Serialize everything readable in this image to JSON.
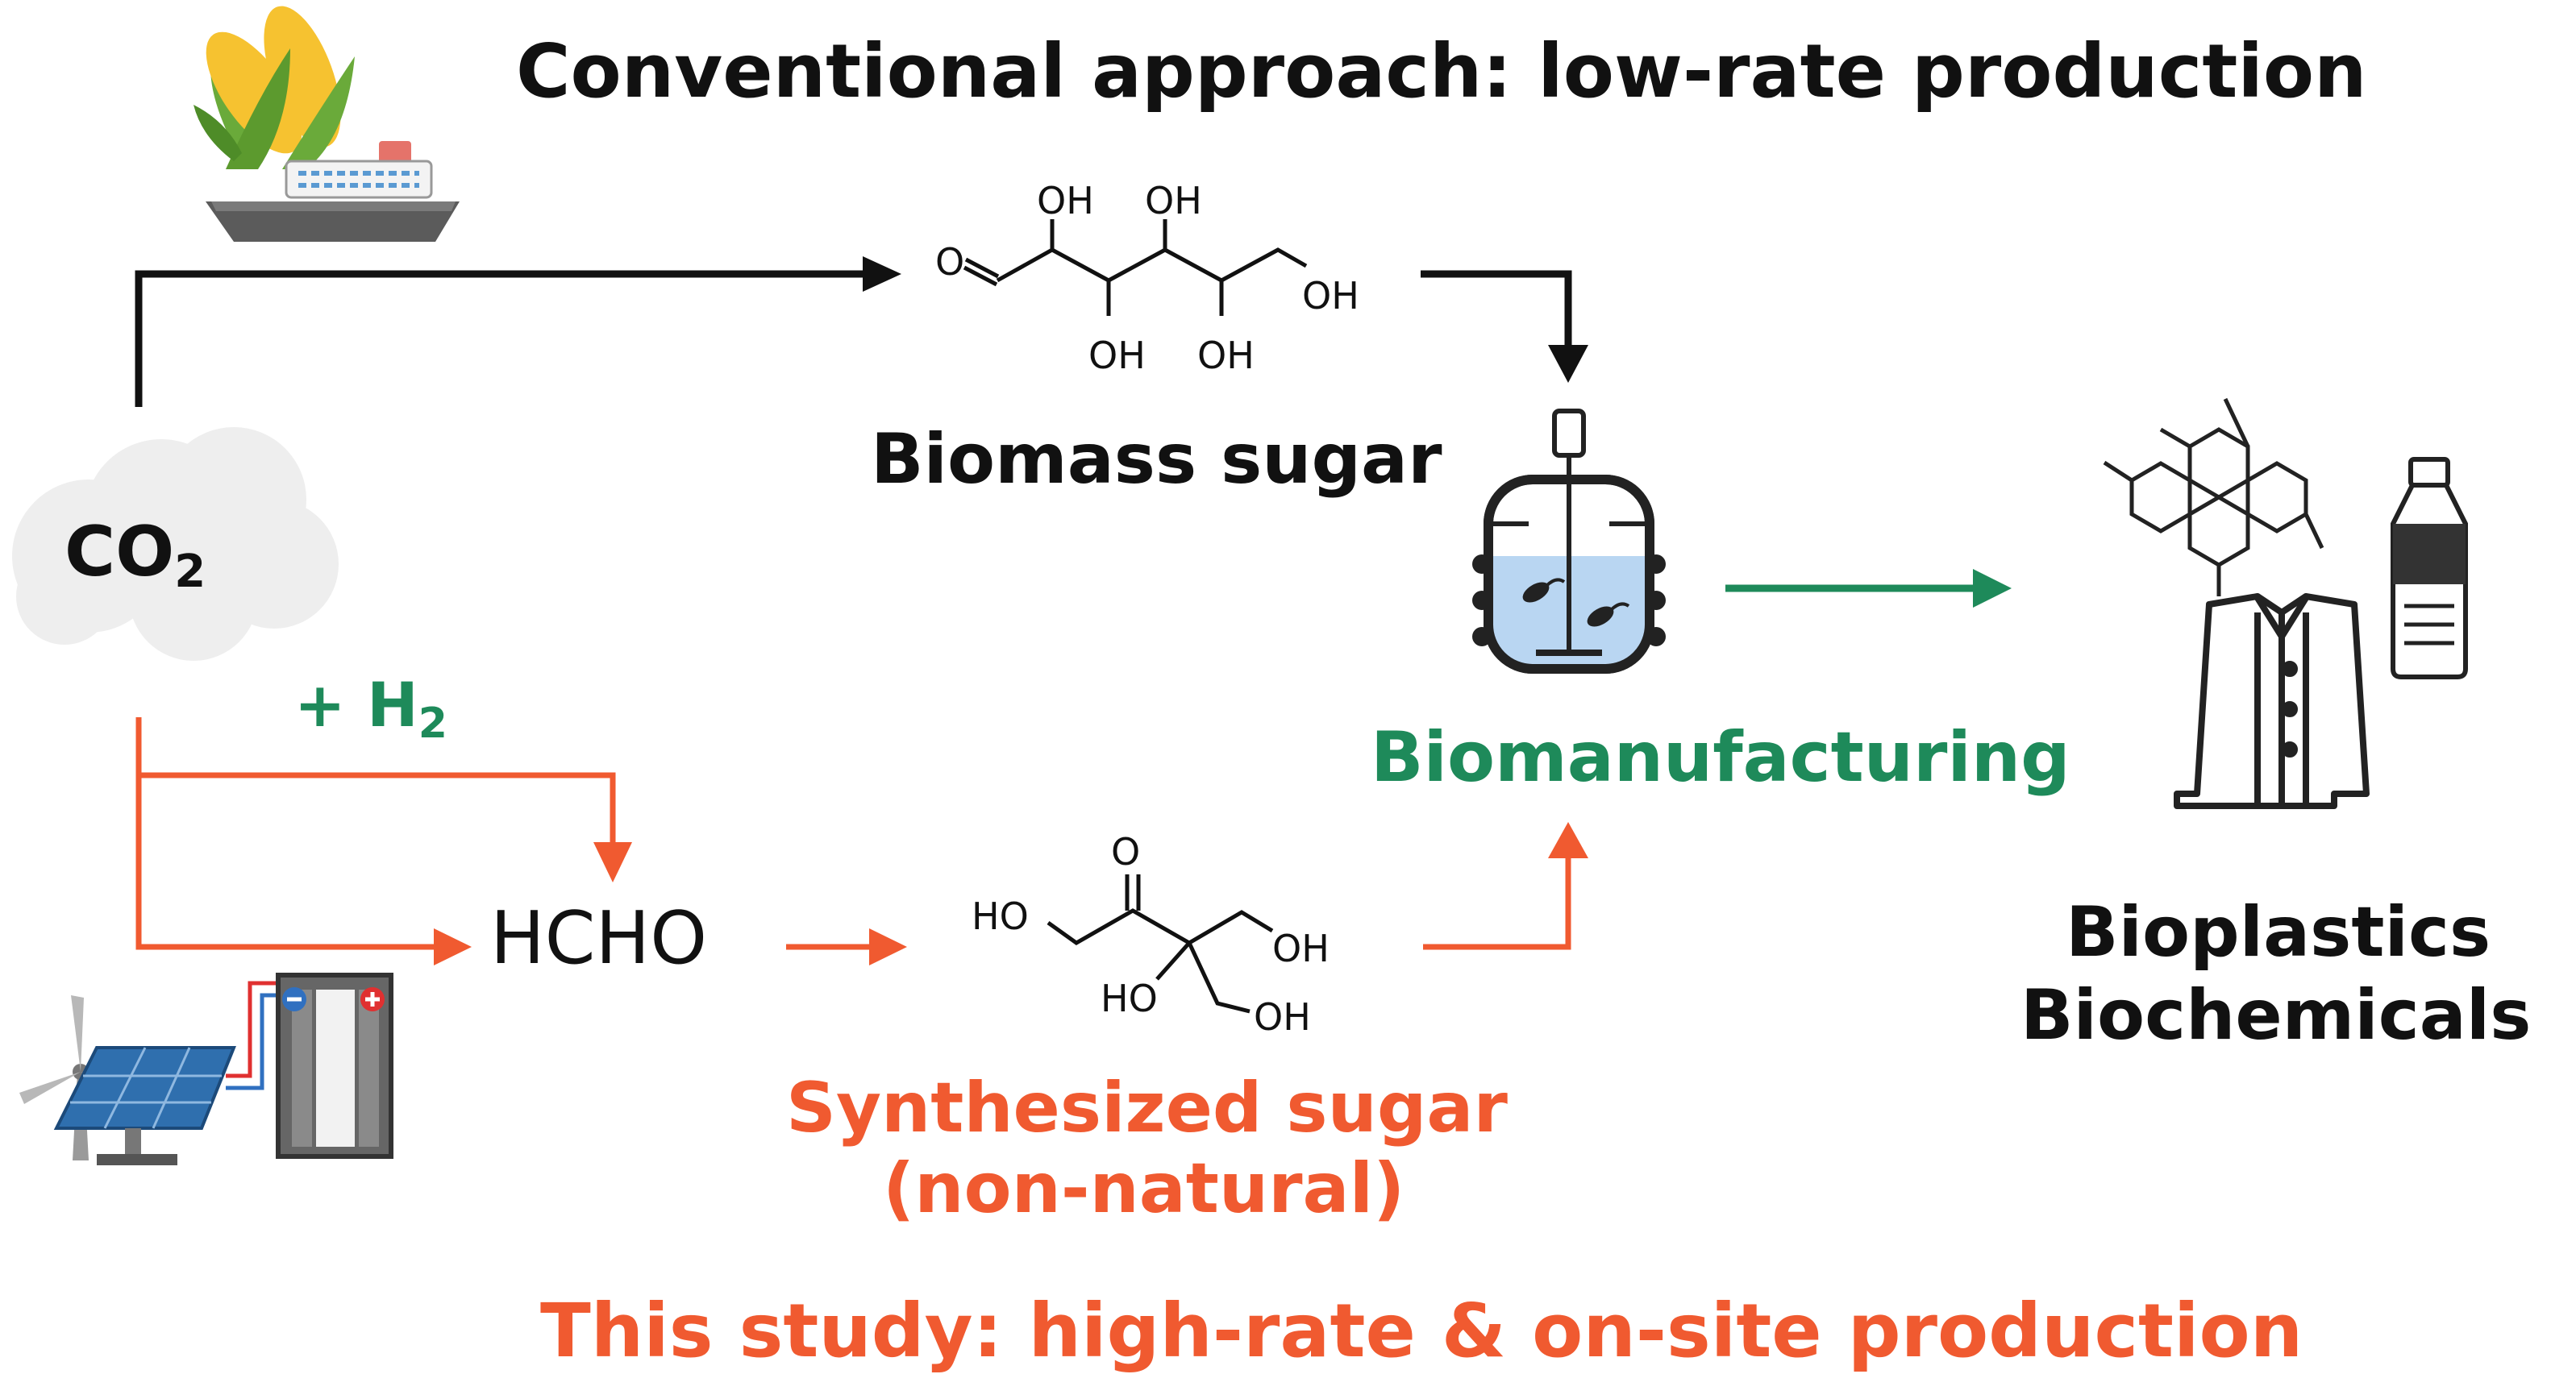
{
  "header": {
    "conventional": "Conventional approach: low-rate production"
  },
  "nodes": {
    "co2_main": "CO",
    "co2_sub": "2",
    "h2_main": "+ H",
    "h2_sub": "2",
    "hcho": "HCHO",
    "biomass_sugar": "Biomass sugar",
    "synth_line1": "Synthesized sugar",
    "synth_line2": "(non-natural)",
    "biomanufacturing": "Biomanufacturing",
    "bioplastics": "Bioplastics",
    "biochemicals": "Biochemicals"
  },
  "glucose_labels": {
    "o": "O",
    "oh1": "OH",
    "oh2": "OH",
    "oh3": "OH",
    "oh4": "OH",
    "oh5": "OH"
  },
  "synth_labels": {
    "o": "O",
    "ho1": "HO",
    "ho2": "HO",
    "oh1": "OH",
    "oh2": "OH"
  },
  "footer": {
    "study": "This study: high-rate & on-site production"
  },
  "colors": {
    "black": "#111111",
    "green": "#1e8a5a",
    "red": "#f05a30",
    "liquid": "#b9d6f2",
    "cloud": "#eeeeee",
    "solar": "#2f6fae",
    "battery": "#888888"
  }
}
